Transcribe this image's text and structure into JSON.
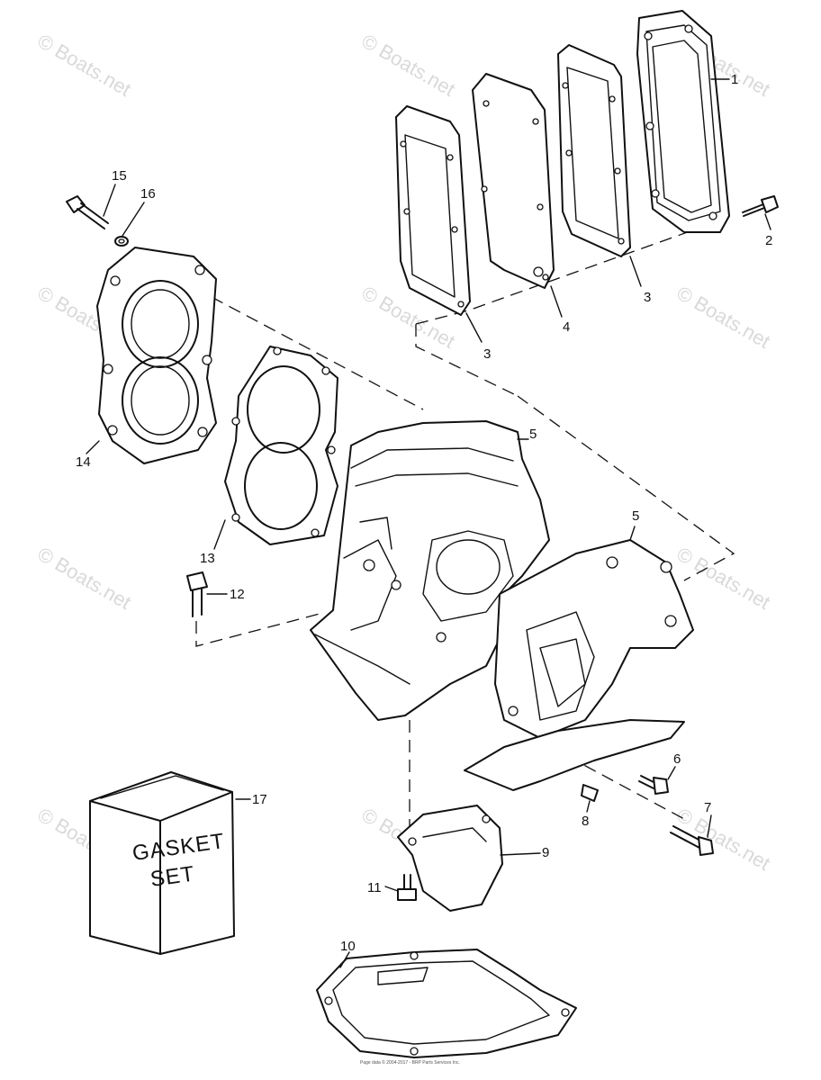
{
  "watermark": "© Boats.net",
  "box_label": [
    "GASKET",
    "SET"
  ],
  "footer": "Page data © 2004-2017 - BRP Parts Services Inc.",
  "callouts": [
    "1",
    "2",
    "3",
    "3",
    "4",
    "5",
    "5",
    "6",
    "7",
    "8",
    "9",
    "10",
    "11",
    "12",
    "13",
    "14",
    "15",
    "16",
    "17"
  ]
}
